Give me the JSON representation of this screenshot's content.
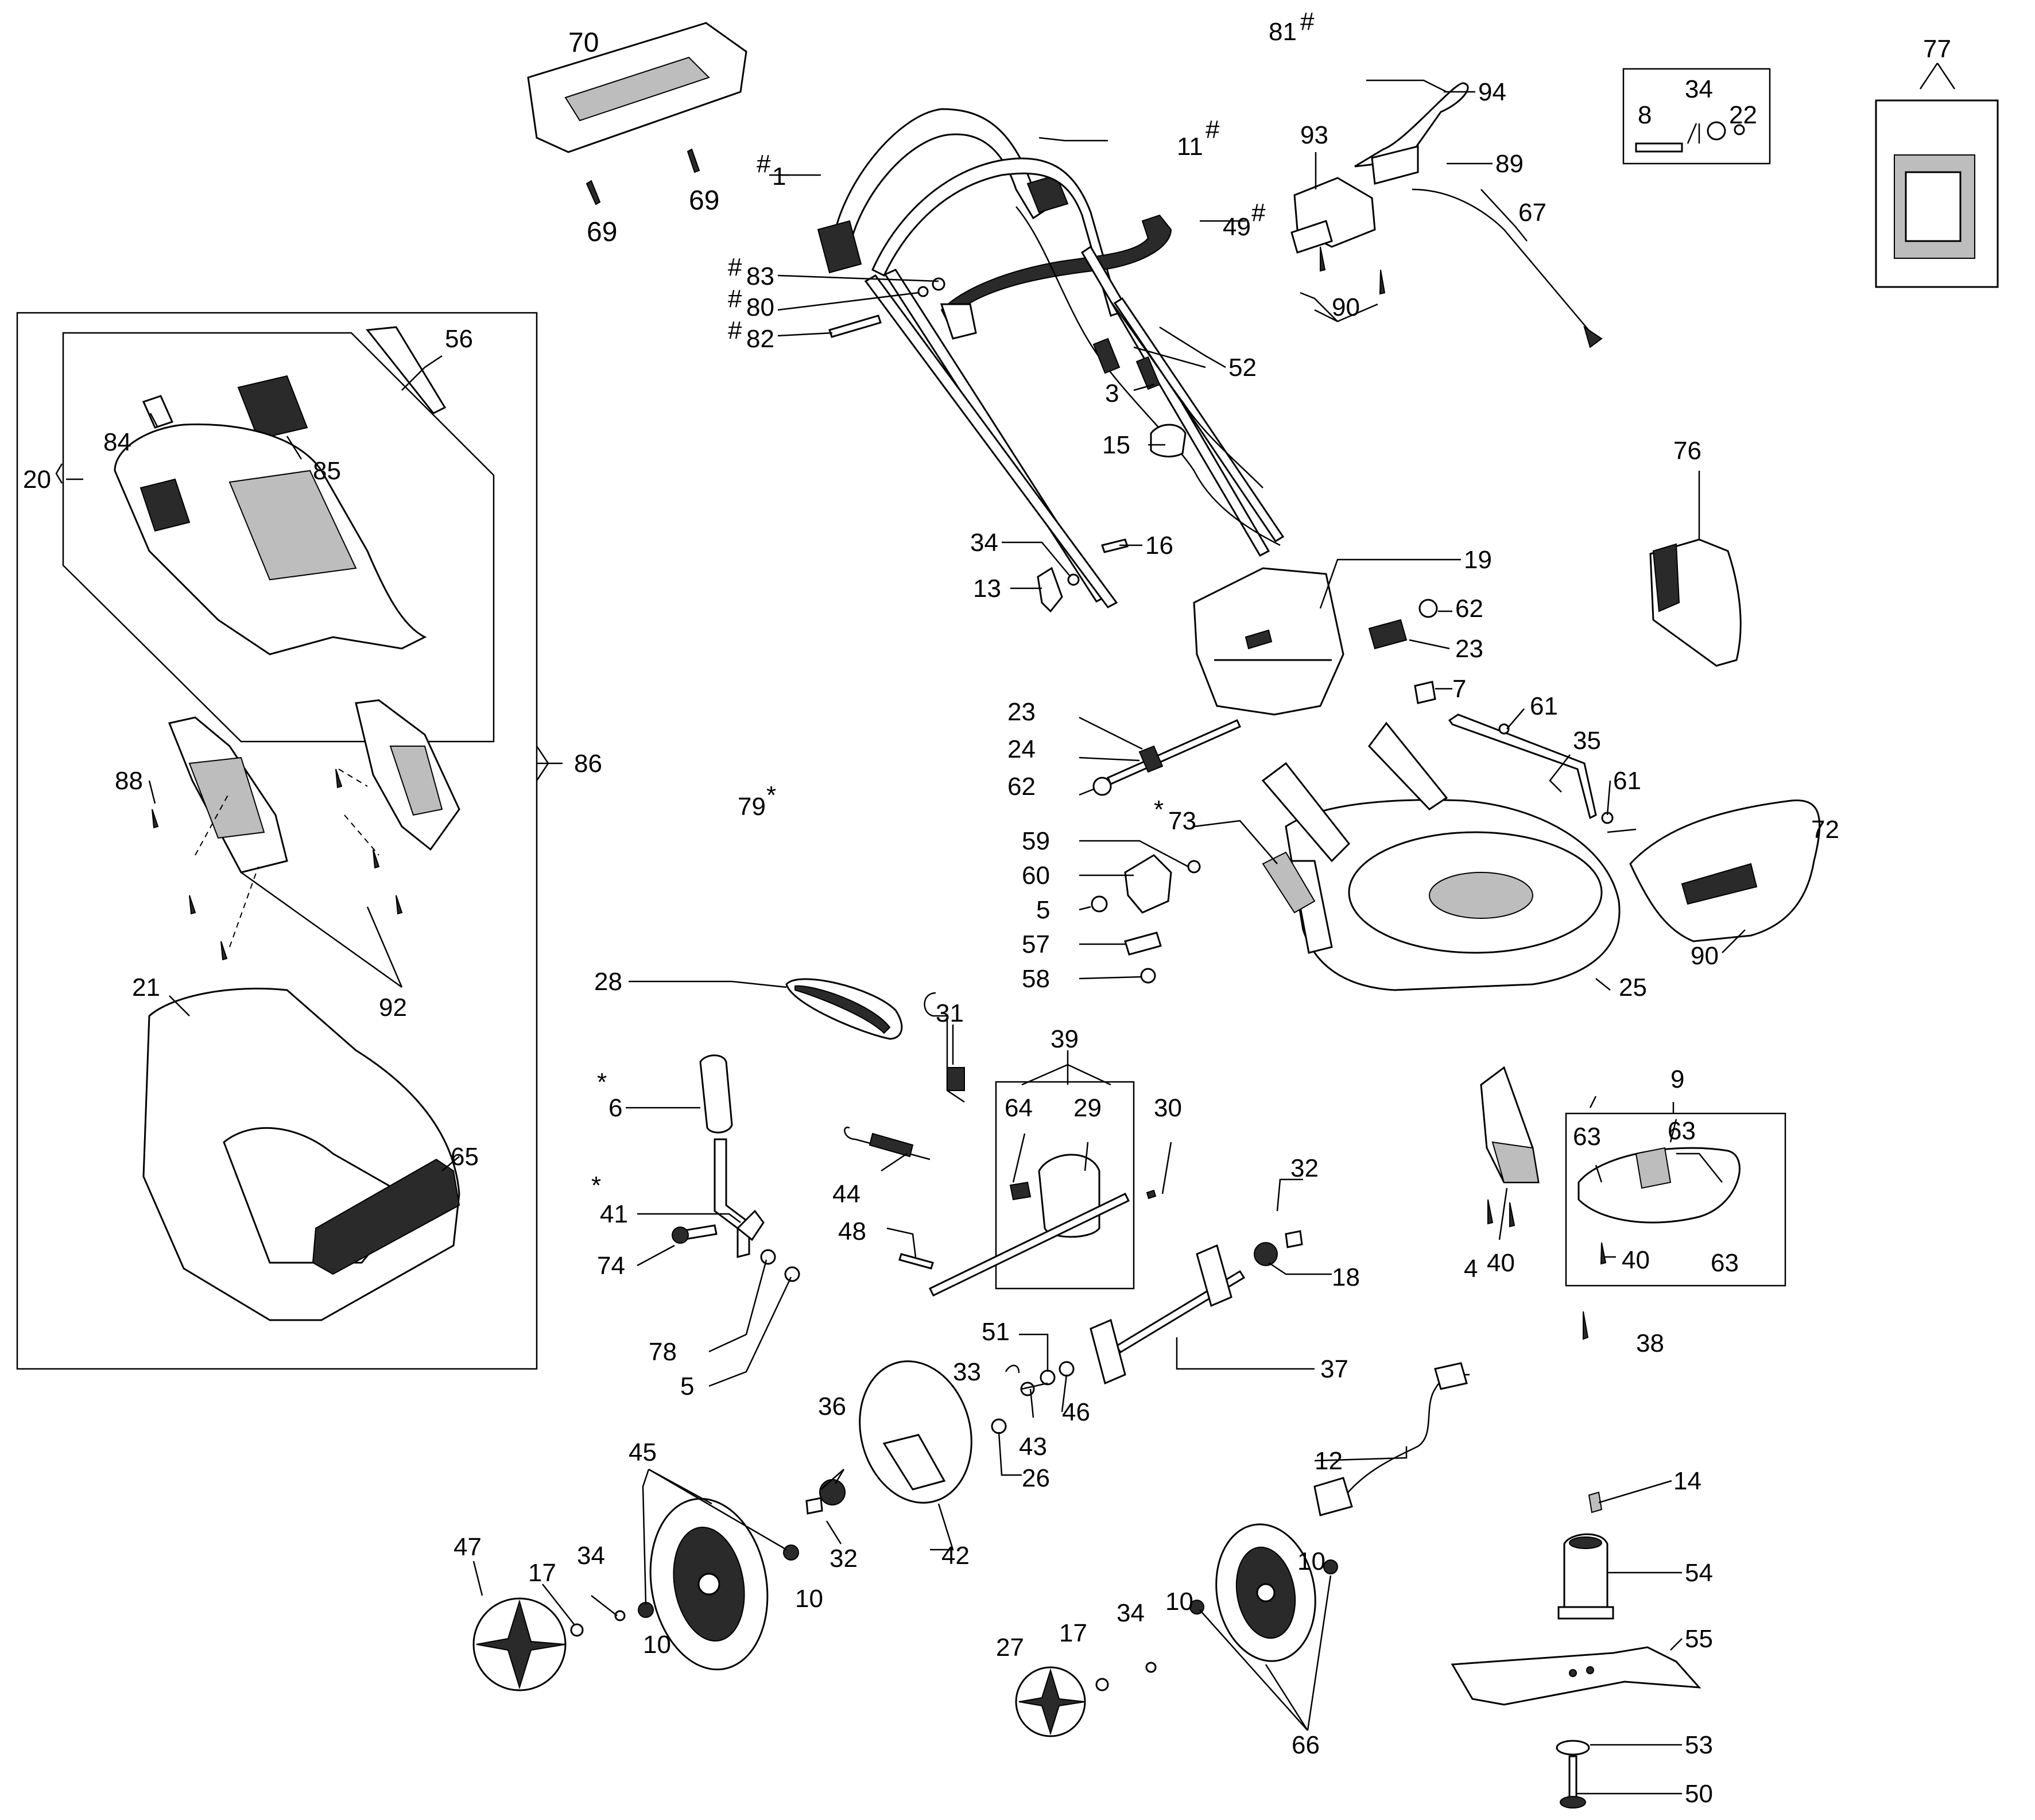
{
  "parts": {
    "p1": "1",
    "p3": "3",
    "p4": "4",
    "p5a": "5",
    "p5b": "5",
    "p6": "6",
    "p7": "7",
    "p8": "8",
    "p9": "9",
    "p10a": "10",
    "p10b": "10",
    "p10c": "10",
    "p10d": "10",
    "p11": "11",
    "p12": "12",
    "p13": "13",
    "p14": "14",
    "p15": "15",
    "p16": "16",
    "p17a": "17",
    "p17b": "17",
    "p18": "18",
    "p19": "19",
    "p20": "20",
    "p21": "21",
    "p22": "22",
    "p23a": "23",
    "p23b": "23",
    "p24": "24",
    "p25": "25",
    "p26": "26",
    "p27": "27",
    "p28": "28",
    "p29": "29",
    "p30": "30",
    "p31": "31",
    "p32a": "32",
    "p32b": "32",
    "p33": "33",
    "p34a": "34",
    "p34b": "34",
    "p34c": "34",
    "p34d": "34",
    "p35": "35",
    "p36": "36",
    "p37": "37",
    "p38": "38",
    "p39": "39",
    "p40a": "40",
    "p40b": "40",
    "p41": "41",
    "p42": "42",
    "p43": "43",
    "p44": "44",
    "p45": "45",
    "p46": "46",
    "p47": "47",
    "p48": "48",
    "p49": "49",
    "p50": "50",
    "p51": "51",
    "p52": "52",
    "p53": "53",
    "p54": "54",
    "p55": "55",
    "p56": "56",
    "p57": "57",
    "p58": "58",
    "p59": "59",
    "p60": "60",
    "p61a": "61",
    "p61b": "61",
    "p62a": "62",
    "p62b": "62",
    "p63a": "63",
    "p63b": "63",
    "p63c": "63",
    "p64": "64",
    "p65": "65",
    "p66": "66",
    "p67": "67",
    "p69a": "69",
    "p69b": "69",
    "p70": "70",
    "p72": "72",
    "p73": "73",
    "p74": "74",
    "p76": "76",
    "p77": "77",
    "p78": "78",
    "p79": "79",
    "p80": "80",
    "p81": "81",
    "p82": "82",
    "p83": "83",
    "p84": "84",
    "p85": "85",
    "p86": "86",
    "p88": "88",
    "p89": "89",
    "p90a": "90",
    "p90b": "90",
    "p92": "92",
    "p93": "93",
    "p94": "94"
  },
  "marks": {
    "hash": "#",
    "star": "*"
  }
}
